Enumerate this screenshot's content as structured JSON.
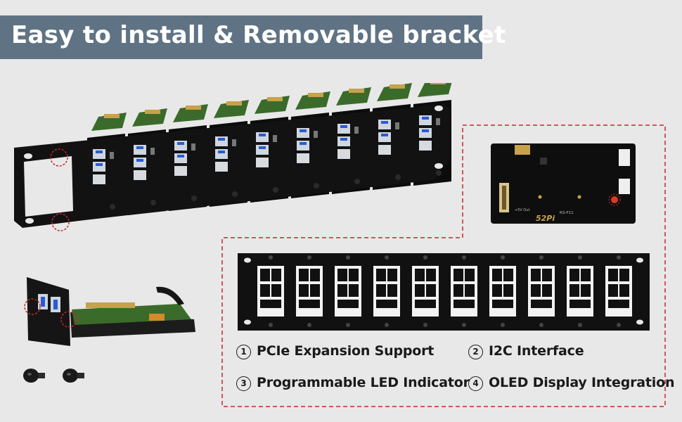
{
  "title": "Easy to install & Removable bracket",
  "features": [
    {
      "num": "1",
      "label": "PCIe Expansion Support"
    },
    {
      "num": "2",
      "label": "I2C Interface"
    },
    {
      "num": "3",
      "label": "Programmable LED Indicator"
    },
    {
      "num": "4",
      "label": "OLED Display Integration"
    }
  ],
  "board_markings": {
    "brand": "52Pi",
    "model": "RS-P11",
    "out": "+5V Out"
  },
  "colors": {
    "banner": "#5f7384",
    "dashed_border": "#c62828",
    "bracket": "#111111",
    "board_green": "#3a6b2a"
  }
}
